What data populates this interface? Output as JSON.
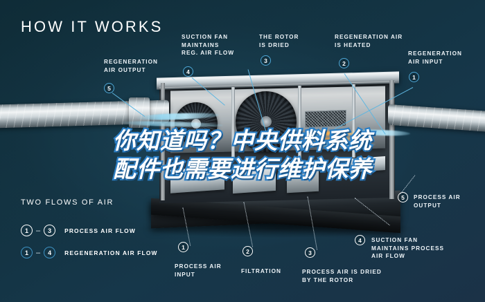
{
  "page": {
    "title": "HOW IT WORKS",
    "background_color": "#12303c",
    "accent_color": "#4ea8d8"
  },
  "overlay": {
    "line1": "你知道吗？中央供料系统",
    "line2": "配件也需要进行维护保养",
    "text_color": "#ffffff",
    "stroke_color": "#2d7fc4"
  },
  "callouts": {
    "top": [
      {
        "number": "5",
        "label": "REGENERATION\nAIR OUTPUT",
        "style": "blue"
      },
      {
        "number": "4",
        "label": "SUCTION FAN\nMAINTAINS\nREG. AIR FLOW",
        "style": "blue"
      },
      {
        "number": "3",
        "label": "THE ROTOR\nIS DRIED",
        "style": "blue"
      },
      {
        "number": "2",
        "label": "REGENERATION AIR\nIS HEATED",
        "style": "blue"
      },
      {
        "number": "1",
        "label": "REGENERATION\nAIR INPUT",
        "style": "blue"
      }
    ],
    "right": [
      {
        "number": "5",
        "label": "PROCESS AIR\nOUTPUT",
        "style": "white"
      },
      {
        "number": "4",
        "label": "SUCTION FAN\nMAINTAINS PROCESS\nAIR FLOW",
        "style": "white"
      }
    ],
    "bottom": [
      {
        "number": "1",
        "label": "PROCESS AIR\nINPUT",
        "style": "white"
      },
      {
        "number": "2",
        "label": "FILTRATION",
        "style": "white"
      },
      {
        "number": "3",
        "label": "PROCESS AIR IS DRIED\nBY THE ROTOR",
        "style": "white"
      }
    ]
  },
  "legend": {
    "title": "TWO FLOWS OF AIR",
    "rows": [
      {
        "from": "1",
        "to": "3",
        "dash": "–",
        "label": "PROCESS AIR FLOW",
        "style": "white"
      },
      {
        "from": "1",
        "to": "4",
        "dash": "–",
        "label": "REGENERATION AIR FLOW",
        "style": "blue"
      }
    ]
  }
}
